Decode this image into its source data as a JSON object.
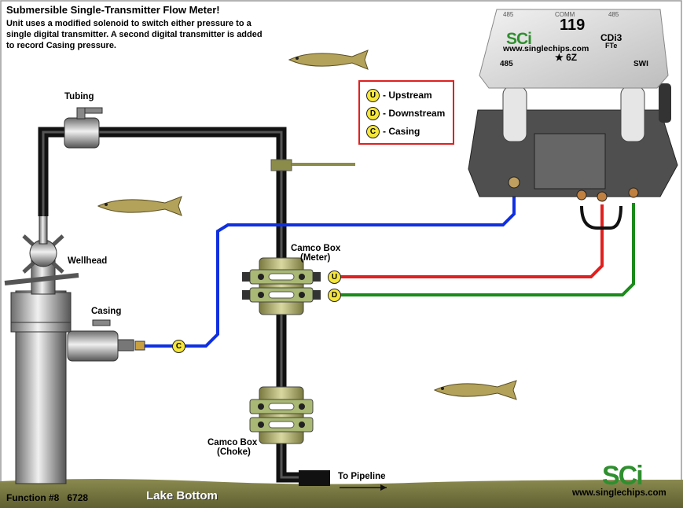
{
  "title": "Submersible Single-Transmitter Flow Meter!",
  "description": "Unit uses a modified solenoid to switch either pressure to a single digital transmitter. A second digital transmitter is added to record Casing pressure.",
  "labels": {
    "tubing": "Tubing",
    "wellhead": "Wellhead",
    "casing": "Casing",
    "camco_meter_line1": "Camco Box",
    "camco_meter_line2": "(Meter)",
    "camco_choke_line1": "Camco Box",
    "camco_choke_line2": "(Choke)",
    "to_pipeline": "To Pipeline"
  },
  "legend": [
    {
      "key": "U",
      "label": "- Upstream"
    },
    {
      "key": "D",
      "label": "- Downstream"
    },
    {
      "key": "C",
      "label": "- Casing"
    }
  ],
  "device": {
    "top_left": "485",
    "top_mid": "COMM",
    "top_right": "485",
    "number": "119",
    "brand": "SCi",
    "model_line1": "CDi3",
    "model_line2": "FTe",
    "website": "www.singlechips.com",
    "bottom_left": "485",
    "bottom_mid": "★ 6Z",
    "bottom_right": "SWI"
  },
  "footer": {
    "function": "Function #8",
    "code": "6728",
    "lake": "Lake Bottom",
    "logo": "SCi",
    "website": "www.singlechips.com"
  },
  "colors": {
    "upstream": "#e02020",
    "downstream": "#1a8a1a",
    "casing": "#1030e0",
    "legend_border": "#e02020",
    "badge": "#f5e63a"
  }
}
